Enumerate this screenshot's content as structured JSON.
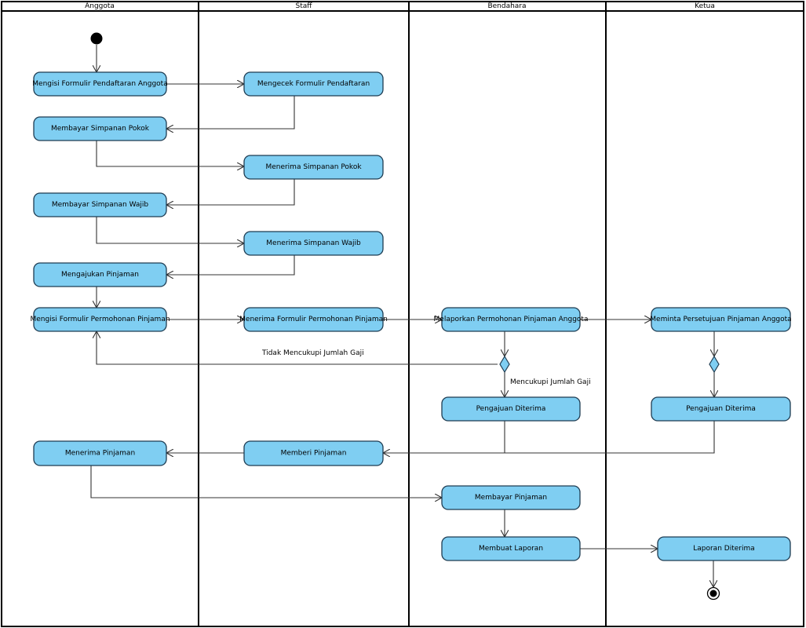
{
  "swimlanes": [
    "Anggota",
    "Staff",
    "Bendahara",
    "Ketua"
  ],
  "actions": {
    "a1": "Mengisi Formulir Pendaftaran Anggota",
    "s1": "Mengecek Formulir Pendaftaran",
    "a2": "Membayar Simpanan Pokok",
    "s2": "Menerima Simpanan Pokok",
    "a3": "Membayar Simpanan Wajib",
    "s3": "Menerima Simpanan Wajib",
    "a4": "Mengajukan Pinjaman",
    "a5": "Mengisi Formulir Permohonan Pinjaman",
    "s4": "Menerima Formulir Permohonan Pinjaman",
    "b1": "Melaporkan Permohonan Pinjaman Anggota",
    "k1": "Meminta Persetujuan Pinjaman Anggota",
    "b2": "Pengajuan Diterima",
    "k2": "Pengajuan Diterima",
    "a6": "Menerima Pinjaman",
    "s5": "Memberi Pinjaman",
    "b3": "Membayar Pinjaman",
    "b4": "Membuat Laporan",
    "k3": "Laporan Diterima"
  },
  "guards": {
    "not_enough": "Tidak Mencukupi Jumlah Gaji",
    "enough": "Mencukupi Jumlah Gaji"
  },
  "colors": {
    "action_fill": "#7FCEF2",
    "action_stroke": "#1e3c52",
    "lane_border": "#000000",
    "edge": "#333333"
  }
}
